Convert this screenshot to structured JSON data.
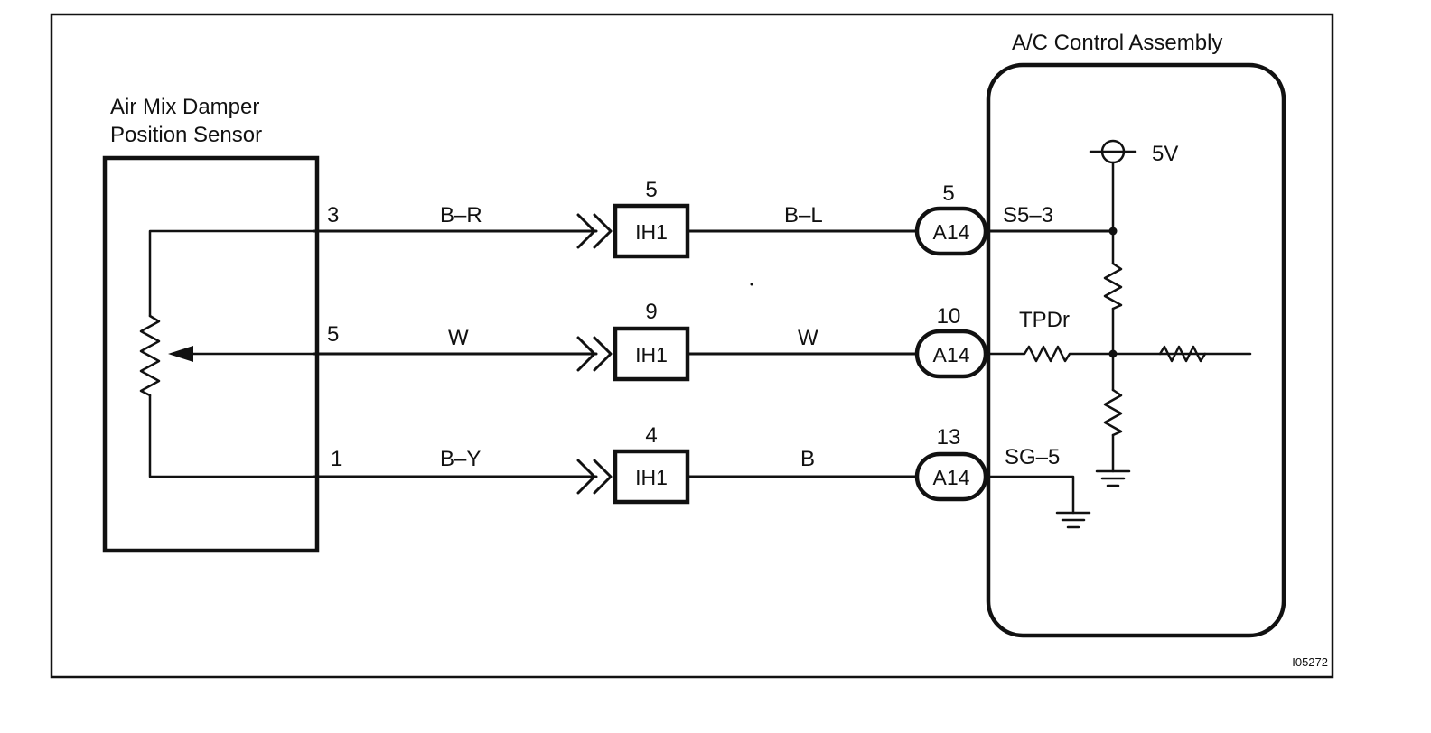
{
  "sensor": {
    "title_line1": "Air Mix Damper",
    "title_line2": "Position Sensor"
  },
  "ecu": {
    "title": "A/C Control Assembly",
    "supply": "5V",
    "mid_label": "TPDr"
  },
  "rows": [
    {
      "sensor_pin": "3",
      "wire_left": "B–R",
      "ih_pin": "5",
      "ih_label": "IH1",
      "wire_right": "B–L",
      "a_pin": "5",
      "a_label": "A14",
      "ecu_terminal": "S5–3"
    },
    {
      "sensor_pin": "5",
      "wire_left": "W",
      "ih_pin": "9",
      "ih_label": "IH1",
      "wire_right": "W",
      "a_pin": "10",
      "a_label": "A14",
      "ecu_terminal": ""
    },
    {
      "sensor_pin": "1",
      "wire_left": "B–Y",
      "ih_pin": "4",
      "ih_label": "IH1",
      "wire_right": "B",
      "a_pin": "13",
      "a_label": "A14",
      "ecu_terminal": "SG–5"
    }
  ],
  "figure_id": "I05272"
}
